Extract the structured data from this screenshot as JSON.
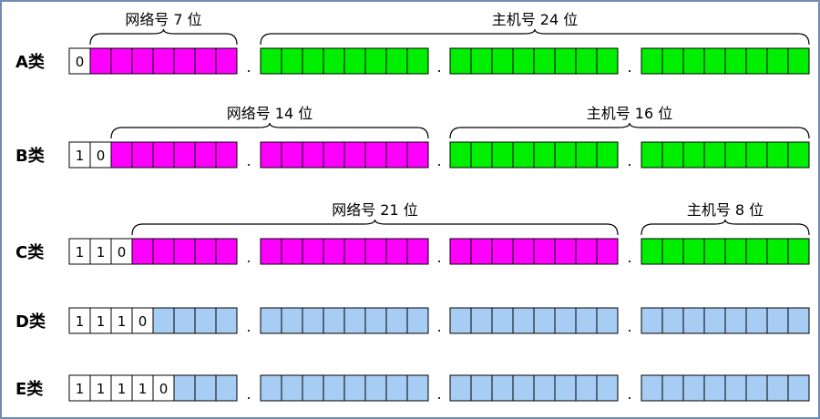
{
  "colors": {
    "white": "#ffffff",
    "network": "#ff00ff",
    "host": "#00ee00",
    "multicast": "#a7cdf5",
    "border": "#000000"
  },
  "separator": ".",
  "classes": [
    {
      "label": "A类",
      "prefix_bits": [
        "0"
      ],
      "net_bits": 7,
      "body_color": "network",
      "braces": [
        {
          "text": "网络号  7 位",
          "part": "network"
        },
        {
          "text": "主机号  24 位",
          "part": "host"
        }
      ]
    },
    {
      "label": "B类",
      "prefix_bits": [
        "1",
        "0"
      ],
      "net_bits": 14,
      "body_color": "network",
      "braces": [
        {
          "text": "网络号  14 位",
          "part": "network"
        },
        {
          "text": "主机号  16 位",
          "part": "host"
        }
      ]
    },
    {
      "label": "C类",
      "prefix_bits": [
        "1",
        "1",
        "0"
      ],
      "net_bits": 21,
      "body_color": "network",
      "braces": [
        {
          "text": "网络号  21 位",
          "part": "network"
        },
        {
          "text": "主机号  8 位",
          "part": "host"
        }
      ]
    },
    {
      "label": "D类",
      "prefix_bits": [
        "1",
        "1",
        "1",
        "0"
      ],
      "net_bits": 28,
      "body_color": "multicast",
      "braces": []
    },
    {
      "label": "E类",
      "prefix_bits": [
        "1",
        "1",
        "1",
        "1",
        "0"
      ],
      "net_bits": 27,
      "body_color": "multicast",
      "braces": []
    }
  ]
}
